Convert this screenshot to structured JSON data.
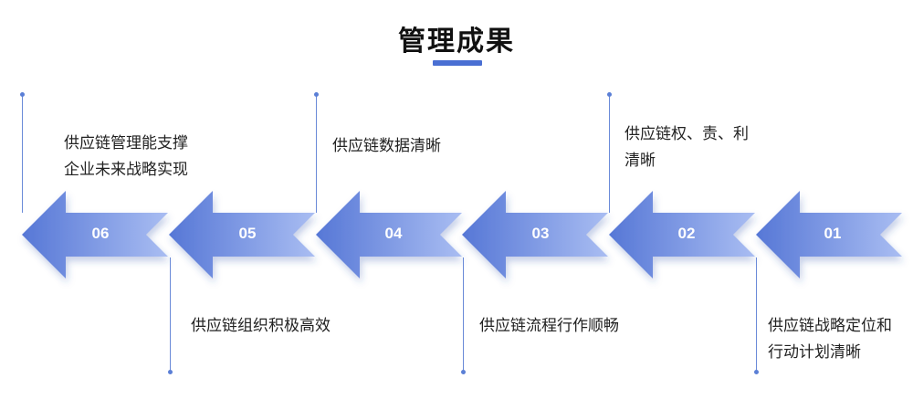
{
  "title": "管理成果",
  "colors": {
    "accent": "#4a6fd3",
    "arrow_dark": "#5677d6",
    "arrow_light": "#a9bdf2",
    "line": "#6a8ad8"
  },
  "steps": [
    {
      "num": "01",
      "lines": [
        "供应链战略定位和",
        "行动计划清晰"
      ]
    },
    {
      "num": "02",
      "lines": [
        "供应链权、责、利",
        "清晰"
      ]
    },
    {
      "num": "03",
      "lines": [
        "供应链流程行作顺畅"
      ]
    },
    {
      "num": "04",
      "lines": [
        "供应链数据清晰"
      ]
    },
    {
      "num": "05",
      "lines": [
        "供应链组织积极高效"
      ]
    },
    {
      "num": "06",
      "lines": [
        "供应链管理能支撑",
        "企业未来战略实现"
      ]
    }
  ]
}
